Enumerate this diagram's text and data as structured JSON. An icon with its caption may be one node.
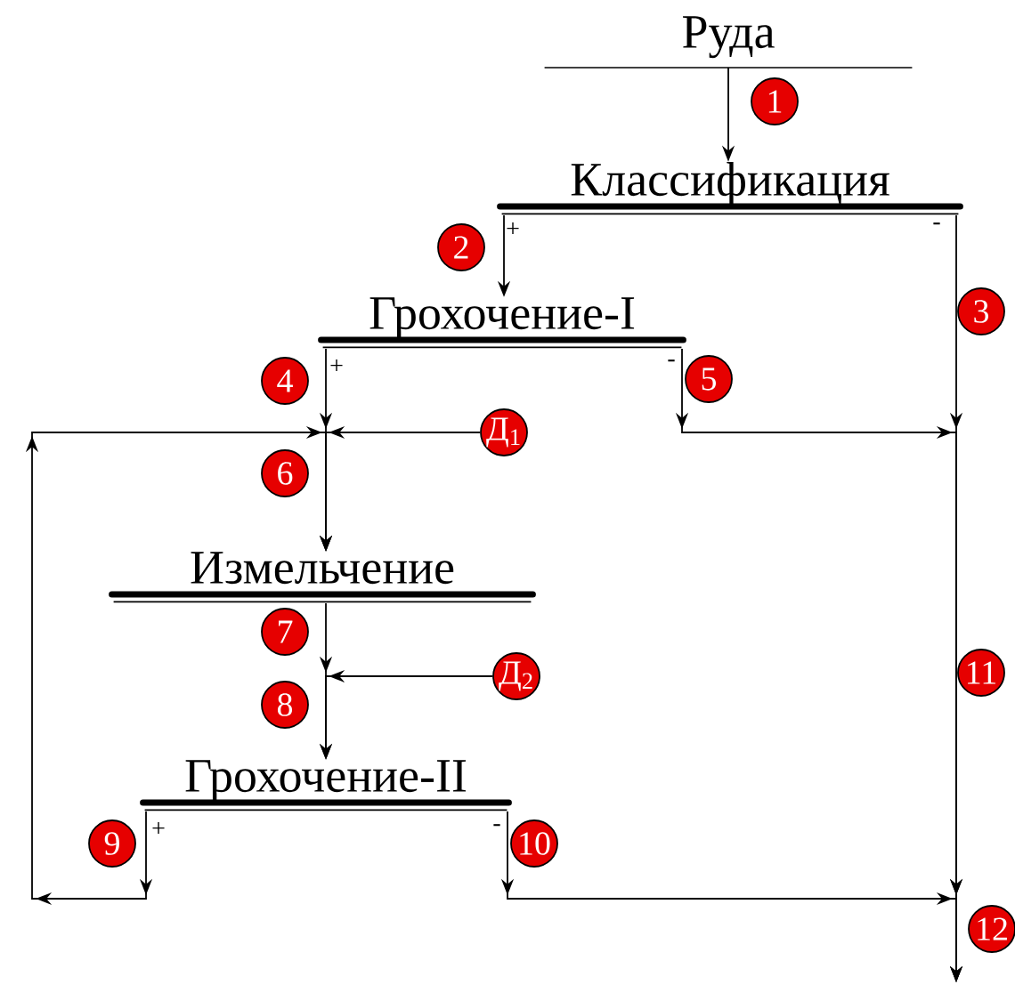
{
  "diagram": {
    "nodes": [
      {
        "text": [
          "Руда"
        ]
      },
      {
        "text": [
          "Классификация"
        ]
      },
      {
        "text": [
          "Грохочение-I"
        ]
      },
      {
        "text": [
          "Измельчение"
        ]
      },
      {
        "text": [
          "Грохочение-II"
        ]
      },
      {
        "text": [
          "Д$_{1}$"
        ]
      },
      {
        "text": [
          "Д$_{2}$"
        ]
      },
      {
        "text": [
          "1"
        ]
      },
      {
        "text": [
          "2"
        ]
      },
      {
        "text": [
          "3"
        ]
      },
      {
        "text": [
          "4"
        ]
      },
      {
        "text": [
          "5"
        ]
      },
      {
        "text": [
          "6"
        ]
      },
      {
        "text": [
          "7"
        ]
      },
      {
        "text": [
          "11"
        ]
      },
      {
        "text": [
          "8"
        ]
      },
      {
        "text": [
          "9"
        ]
      },
      {
        "text": [
          "10"
        ]
      },
      {
        "text": [
          "12"
        ]
      }
    ],
    "edges": [
      {
        "from": 0,
        "to": 1,
        "arrow": "to"
      },
      {
        "from": 1,
        "to": 2,
        "arrow": "to"
      },
      {
        "from": 1,
        "to": null,
        "arrow": "to"
      },
      {
        "from": 2,
        "to": null,
        "arrow": "to"
      },
      {
        "from": 2,
        "to": 3,
        "arrow": "to"
      },
      {
        "from": 5,
        "to": 3,
        "arrow": "to"
      },
      {
        "from": 4,
        "to": 3,
        "arrow": "to"
      },
      {
        "from": 3,
        "to": 4,
        "arrow": "to"
      },
      {
        "from": 6,
        "to": 4,
        "arrow": "to"
      },
      {
        "from": 4,
        "to": null,
        "arrow": "to"
      }
    ],
    "labels": [
      "+",
      "-",
      "+",
      "-",
      "+",
      "-"
    ]
  }
}
